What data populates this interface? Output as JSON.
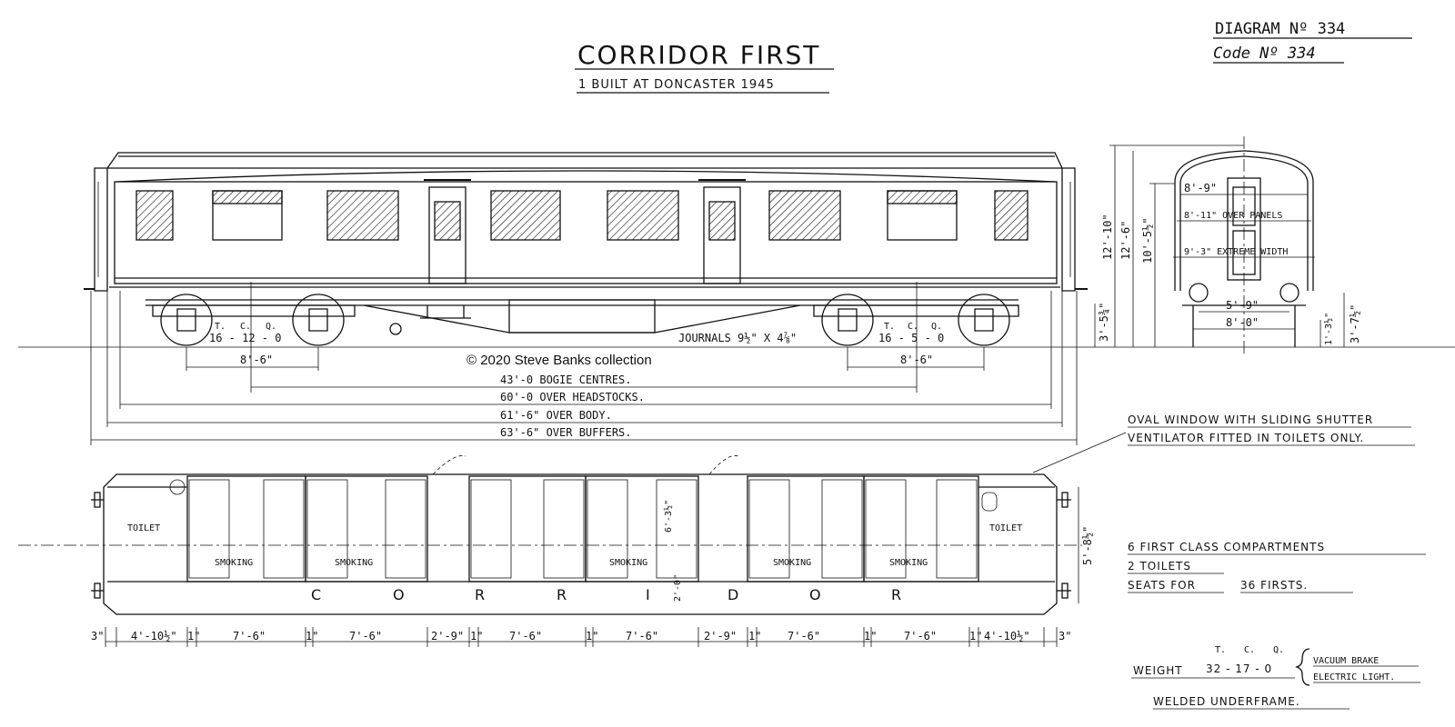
{
  "header": {
    "title": "CORRIDOR FIRST",
    "subtitle": "1 BUILT AT DONCASTER 1945",
    "diagram_no": "DIAGRAM Nº 334",
    "code_no": "Code Nº 334"
  },
  "copyright": "© 2020 Steve Banks collection",
  "side_elevation": {
    "bogie_left_weight": {
      "t": "T.",
      "c": "C.",
      "q": "Q.",
      "value": "16 - 12 - 0"
    },
    "bogie_right_weight": {
      "t": "T.",
      "c": "C.",
      "q": "Q.",
      "value": "16 - 5 - 0"
    },
    "journals": "JOURNALS 9½\" X 4⅞\"",
    "wheelbase_left": "8'-6\"",
    "wheelbase_right": "8'-6\"",
    "height_rail_to_floor": "3'-5¾\"",
    "dims": [
      "43'-0 BOGIE CENTRES.",
      "60'-0 OVER HEADSTOCKS.",
      "61'-6\" OVER BODY.",
      "63'-6\" OVER BUFFERS."
    ]
  },
  "end_elevation": {
    "height_overall": "12'-10\"",
    "height_2": "12'-6\"",
    "height_3": "10'-5½\"",
    "width_1": "8'-9\"",
    "width_2": "8'-11\" OVER PANELS",
    "width_3": "9'-3\" EXTREME WIDTH",
    "buffer_centres": "5'-9\"",
    "bogie_width": "8'-0\"",
    "buffer_height": "3'-7½\"",
    "small_dim": "1'-3½\""
  },
  "plan": {
    "toilet_left": "TOILET",
    "toilet_right": "TOILET",
    "smoking_labels": [
      "SMOKING",
      "SMOKING",
      "SMOKING",
      "SMOKING",
      "SMOKING"
    ],
    "corridor_letters": [
      "C",
      "O",
      "R",
      "R",
      "I",
      "D",
      "O",
      "R"
    ],
    "corridor_width": "2'-0\"",
    "compartment_depth": "6'-3½\"",
    "body_width": "5'-8½\"",
    "bottom_dims": [
      "3\"",
      "4'-10½\"",
      "1\"",
      "7'-6\"",
      "1\"",
      "7'-6\"",
      "2'-9\"",
      "1\"",
      "7'-6\"",
      "1\"",
      "7'-6\"",
      "2'-9\"",
      "1\"",
      "7'-6\"",
      "1\"",
      "7'-6\"",
      "1\"",
      "4'-10½\"",
      "3\""
    ]
  },
  "notes": {
    "oval_window_1": "OVAL WINDOW WITH SLIDING SHUTTER",
    "oval_window_2": "VENTILATOR FITTED IN TOILETS ONLY.",
    "summary_1": "6 FIRST CLASS COMPARTMENTS",
    "summary_2": "2 TOILETS",
    "summary_3_a": "SEATS FOR",
    "summary_3_b": "36 FIRSTS.",
    "weight_t": "T.",
    "weight_c": "C.",
    "weight_q": "Q.",
    "weight_label": "WEIGHT",
    "weight_value": "32 - 17 - 0",
    "vacuum": "VACUUM BRAKE",
    "electric": "ELECTRIC LIGHT.",
    "welded": "WELDED UNDERFRAME."
  }
}
